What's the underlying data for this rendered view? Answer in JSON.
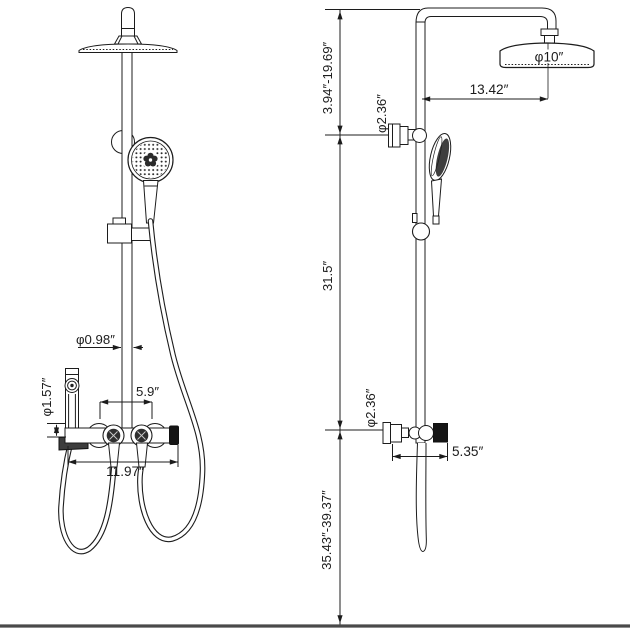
{
  "labels": {
    "front_pipe_diameter": "φ0.98″",
    "front_spout_diameter": "φ1.57″",
    "front_handle_spacing": "5.9″",
    "front_valve_width": "11.97″",
    "side_upper_height_range": "3.94″-19.69″",
    "side_top_bracket_diameter": "φ2.36″",
    "side_head_diameter": "φ10″",
    "side_arm_reach": "13.42″",
    "side_mid_height": "31.5″",
    "side_bottom_bracket_diameter": "φ2.36″",
    "side_bracket_depth": "5.35″",
    "side_lower_height_range": "35.43″-39.37″"
  },
  "colors": {
    "line": "#1c1c1c",
    "dark_fill": "#151515",
    "ground": "#4a4a4a",
    "background": "#ffffff"
  }
}
